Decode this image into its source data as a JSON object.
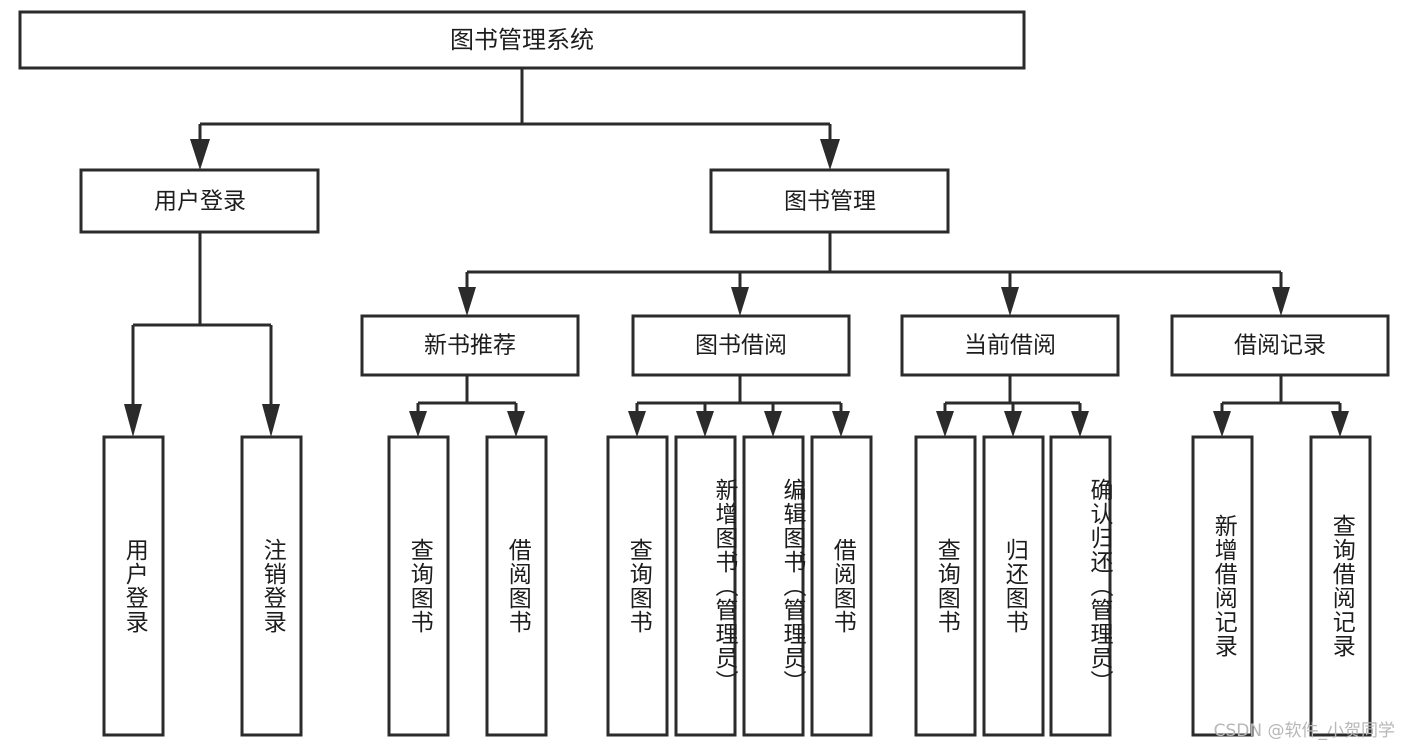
{
  "diagram": {
    "title_box": {
      "label": "图书管理系统"
    },
    "level2": [
      {
        "id": "user-login",
        "label": "用户登录"
      },
      {
        "id": "book-management",
        "label": "图书管理"
      }
    ],
    "level3": [
      {
        "id": "new-book-recommend",
        "label": "新书推荐"
      },
      {
        "id": "book-borrow",
        "label": "图书借阅"
      },
      {
        "id": "current-borrow",
        "label": "当前借阅"
      },
      {
        "id": "borrow-record",
        "label": "借阅记录"
      }
    ],
    "leaves": [
      {
        "id": "leaf-user-login",
        "label": "用户登录",
        "parent": "user-login"
      },
      {
        "id": "leaf-logout-login",
        "label": "注销登录",
        "parent": "user-login"
      },
      {
        "id": "leaf-query-book-1",
        "label": "查询图书",
        "parent": "new-book-recommend"
      },
      {
        "id": "leaf-borrow-book-1",
        "label": "借阅图书",
        "parent": "new-book-recommend"
      },
      {
        "id": "leaf-query-book-2",
        "label": "查询图书",
        "parent": "book-borrow"
      },
      {
        "id": "leaf-add-book",
        "label": "新增图书（管理员）",
        "parent": "book-borrow"
      },
      {
        "id": "leaf-edit-book",
        "label": "编辑图书（管理员）",
        "parent": "book-borrow"
      },
      {
        "id": "leaf-borrow-book-2",
        "label": "借阅图书",
        "parent": "book-borrow"
      },
      {
        "id": "leaf-query-book-3",
        "label": "查询图书",
        "parent": "current-borrow"
      },
      {
        "id": "leaf-return-book",
        "label": "归还图书",
        "parent": "current-borrow"
      },
      {
        "id": "leaf-confirm-return",
        "label": "确认归还（管理员）",
        "parent": "current-borrow"
      },
      {
        "id": "leaf-add-record",
        "label": "新增借阅记录",
        "parent": "borrow-record"
      },
      {
        "id": "leaf-query-record",
        "label": "查询借阅记录",
        "parent": "borrow-record"
      }
    ],
    "watermark": "CSDN @软件_小贺同学",
    "colors": {
      "stroke": "#2b2b2b",
      "fill": "#ffffff",
      "text": "#1d1d1d",
      "watermark": "#b7b7b7"
    }
  }
}
